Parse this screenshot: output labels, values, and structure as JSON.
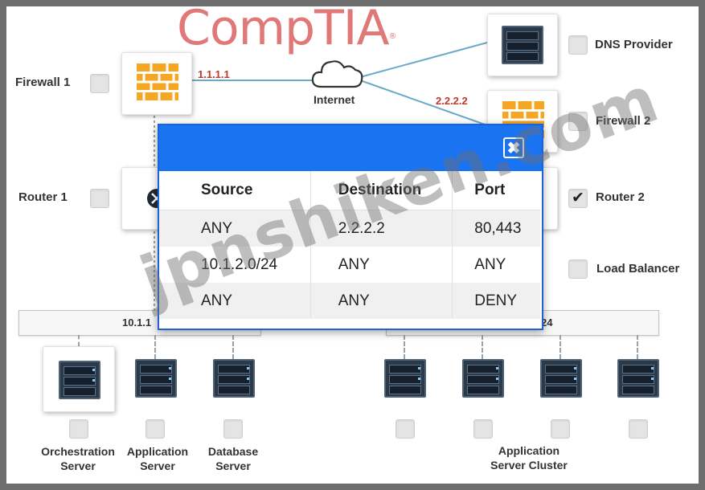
{
  "header": {
    "logo_text": "CompTIA",
    "logo_mark": "®"
  },
  "network": {
    "internet_label": "Internet",
    "firewall1_ip": "1.1.1.1",
    "firewall2_ip": "2.2.2.2",
    "subnet_left_label": "10.1.1",
    "subnet_right_label": "24"
  },
  "devices": {
    "firewall1": {
      "label": "Firewall 1",
      "checked": false
    },
    "router1": {
      "label": "Router 1",
      "checked": false
    },
    "dns_provider": {
      "label": "DNS Provider",
      "checked": false
    },
    "firewall2": {
      "label": "Firewall 2",
      "checked": false
    },
    "router2": {
      "label": "Router 2",
      "checked": true
    },
    "load_balancer": {
      "label": "Load Balancer",
      "checked": false
    },
    "orchestration": {
      "label_line1": "Orchestration",
      "label_line2": "Server"
    },
    "application": {
      "label_line1": "Application",
      "label_line2": "Server"
    },
    "database": {
      "label_line1": "Database",
      "label_line2": "Server"
    },
    "app_cluster": {
      "label_line1": "Application",
      "label_line2": "Server Cluster"
    }
  },
  "modal": {
    "close_glyph": "✖",
    "columns": [
      "Source",
      "Destination",
      "Port"
    ],
    "rows": [
      [
        "ANY",
        "2.2.2.2",
        "80,443"
      ],
      [
        "10.1.2.0/24",
        "ANY",
        "ANY"
      ],
      [
        "ANY",
        "ANY",
        "DENY"
      ]
    ]
  },
  "watermark": "jpnshiken.com",
  "colors": {
    "modal_header": "#1a73f0",
    "ip_label": "#c0392b",
    "logo": "#e07878"
  },
  "icons": [
    "cloud-icon",
    "firewall-brick-icon",
    "router-icon",
    "server-rack-icon",
    "close-icon",
    "checkmark-icon"
  ]
}
